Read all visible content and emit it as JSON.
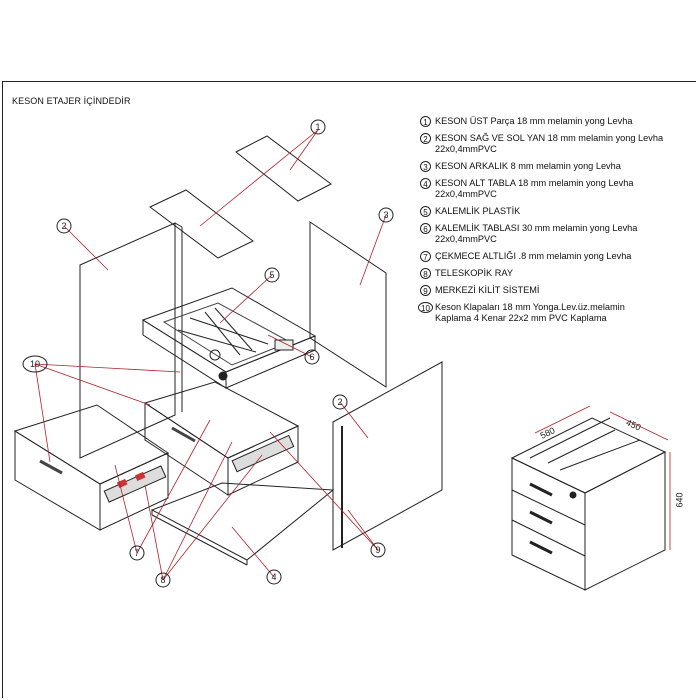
{
  "title": "KESON ETAJER İÇİNDEDİR",
  "legend": [
    {
      "num": "1",
      "text": "KESON ÜST  Parça   18 mm melamin yong  Levha"
    },
    {
      "num": "2",
      "text": "KESON SAĞ VE SOL YAN  18 mm melamin yong  Levha\n22x0,4mmPVC"
    },
    {
      "num": "3",
      "text": "KESON ARKALIK    8 mm melamin yong  Levha"
    },
    {
      "num": "4",
      "text": "KESON ALT TABLA  18 mm melamin yong  Levha\n22x0,4mmPVC"
    },
    {
      "num": "5",
      "text": "KALEMLİK  PLASTİK"
    },
    {
      "num": "6",
      "text": "KALEMLİK TABLASI  30 mm melamin yong  Levha\n22x0,4mmPVC"
    },
    {
      "num": "7",
      "text": "ÇEKMECE ALTLIĞI   .8 mm melamin yong  Levha"
    },
    {
      "num": "8",
      "text": "TELESKOPİK RAY"
    },
    {
      "num": "9",
      "text": "MERKEZİ KİLİT SİSTEMİ"
    },
    {
      "num": "10",
      "text": "Keson Klapaları 18 mm Yonga.Lev.üz.melamin\nKaplama 4 Kenar 22x2 mm PVC Kaplama"
    }
  ],
  "dimensions": {
    "width": "580",
    "depth": "450",
    "height": "640"
  },
  "callouts": {
    "c1": "1",
    "c2a": "2",
    "c2b": "2",
    "c3": "3",
    "c4": "4",
    "c5": "5",
    "c6": "6",
    "c7": "7",
    "c8": "8",
    "c9": "9",
    "c10": "10"
  },
  "colors": {
    "line": "#222222",
    "callout": "#b0202a"
  }
}
